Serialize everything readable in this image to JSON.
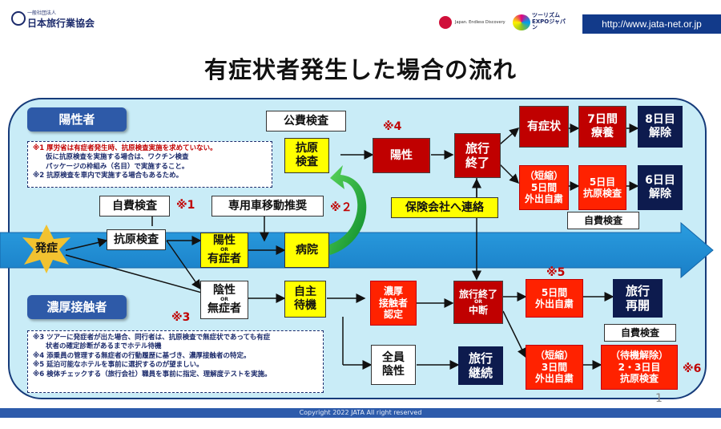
{
  "header": {
    "org_small": "一般社団法人",
    "org_name": "日本旅行業協会",
    "japan_text": "Japan. Endless Discovery",
    "expo_text": "ツーリズムEXPOジャパン",
    "url": "http://www.jata-net.or.jp"
  },
  "title": "有症状者発生した場合の流れ",
  "labels": {
    "positive": "陽性者",
    "close_contact": "濃厚接触者",
    "public_test": "公費検査",
    "self_test": "自費検査",
    "self_test_mark": "※1",
    "car_move": "専用車移動推奨",
    "car_mark": "※２",
    "insurance": "保険会社へ連絡",
    "mark3": "※3",
    "mark4": "※4",
    "mark5": "※5",
    "mark6": "※6",
    "self_test_2": "自費検査",
    "self_test_3": "自費検査"
  },
  "notes1": [
    "※1 厚労省は有症者発生時、抗原検査実施を求めていない。",
    "仮に抗原検査を実施する場合は、ワクチン検査",
    "パッケージの枠組み（名目）で実施すること。",
    "※2 抗原検査を車内で実施する場合もあるため。"
  ],
  "notes2": [
    "※3 ツアーに発症者が出た場合、同行者は、抗原検査で無症状であっても有症",
    "状者の確定診断があるまでホテル待機",
    "※4 添乗員の管理する無症者の行動履歴に基づき、濃厚接触者の特定。",
    "※5 延泊可能なホテルを事前に選択するのが望ましい。",
    "※6 検体チェックする（旅行会社）職員を事前に指定、理解度テストを実施。"
  ],
  "boxes": {
    "onset": "発症",
    "antigen_test": "抗原検査",
    "antigen_test2_l1": "抗原",
    "antigen_test2_l2": "検査",
    "pos_or_sym_l1": "陽性",
    "pos_or_sym_or": "OR",
    "pos_or_sym_l2": "有症者",
    "hospital": "病院",
    "positive": "陽性",
    "tour_end_l1": "旅行",
    "tour_end_l2": "終了",
    "symptomatic": "有症状",
    "recovery_l1": "7日間",
    "recovery_l2": "療養",
    "day8_l1": "8日目",
    "day8_l2": "解除",
    "short5_l1": "（短縮）",
    "short5_l2": "5日間",
    "short5_l3": "外出自粛",
    "day5_test_l1": "5日目",
    "day5_test_l2": "抗原検査",
    "day6_l1": "6日目",
    "day6_l2": "解除",
    "neg_or_asym_l1": "陰性",
    "neg_or_asym_or": "OR",
    "neg_or_asym_l2": "無症者",
    "self_wait_l1": "自主",
    "self_wait_l2": "待機",
    "cc_cert_l1": "濃厚",
    "cc_cert_l2": "接触者",
    "cc_cert_l3": "認定",
    "tour_end_or_l1": "旅行終了",
    "tour_end_or_or": "OR",
    "tour_end_or_l2": "中断",
    "stay5_l1": "5日間",
    "stay5_l2": "外出自粛",
    "resume_l1": "旅行",
    "resume_l2": "再開",
    "all_neg_l1": "全員",
    "all_neg_l2": "陰性",
    "continue_l1": "旅行",
    "continue_l2": "継続",
    "short3_l1": "（短縮）",
    "short3_l2": "3日間",
    "short3_l3": "外出自粛",
    "release_l1": "（待機解除）",
    "release_l2": "2・3日目",
    "release_l3": "抗原検査"
  },
  "footer": "Copyright  2022 JATA  All right reserved",
  "page_number": "1"
}
